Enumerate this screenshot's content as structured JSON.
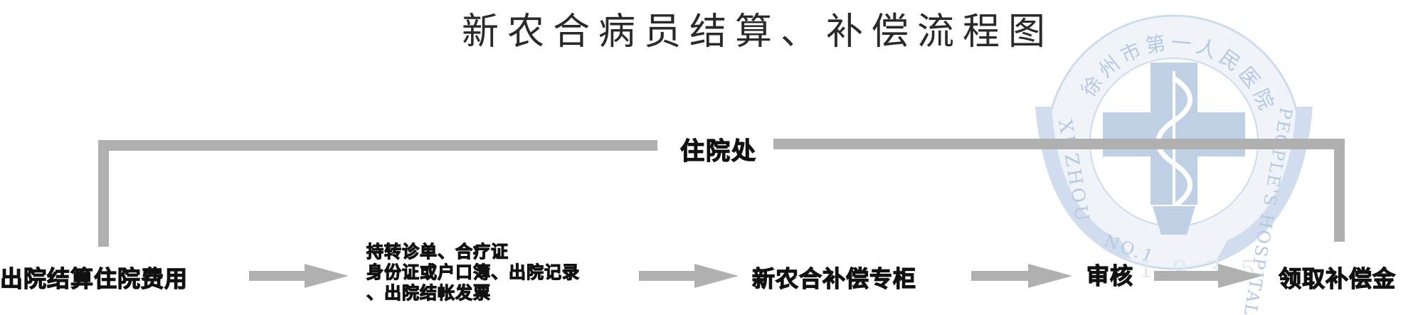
{
  "title": "新农合病员结算、补偿流程图",
  "hub": "住院处",
  "steps": {
    "settle": "出院结算住院费用",
    "documents": [
      "持转诊单、合疗证",
      "身份证或户口簿、出院记录",
      "、出院结帐发票"
    ],
    "counter": "新农合补偿专柜",
    "review": "审核",
    "collect": "领取补偿金"
  },
  "logo": {
    "top_arc": "徐州市第一人民医院",
    "left_text": "XUZHOU",
    "right_text": "PEOPLE'S HOSPITAL",
    "bottom_left": "NO.1",
    "year": "1935"
  },
  "colors": {
    "connector": "#b0b0b0",
    "watermark": "#b4c7e0",
    "watermark_light": "#dbe5f2",
    "text": "#111111"
  }
}
